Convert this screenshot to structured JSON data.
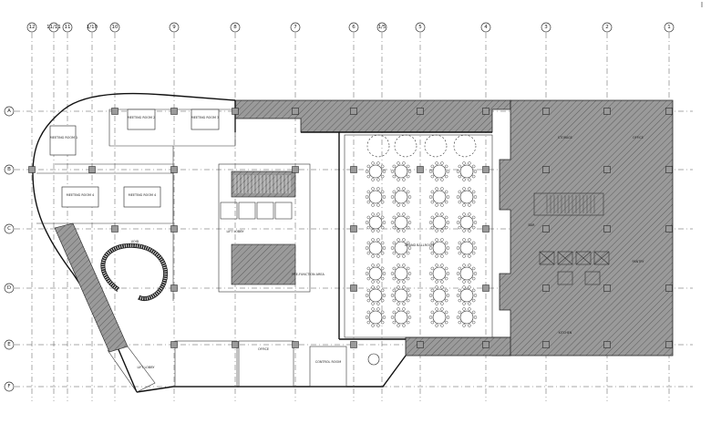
{
  "grid": {
    "columns": [
      "12",
      "11/11",
      "11",
      "1/10",
      "10",
      "9",
      "8",
      "7",
      "6",
      "1/5",
      "5",
      "4",
      "3",
      "2",
      "1"
    ],
    "rows": [
      "A",
      "B",
      "C",
      "D",
      "E",
      "F"
    ]
  },
  "rooms": {
    "meeting_room_1": "MEETING ROOM 1",
    "meeting_room_2": "MEETING ROOM 2",
    "meeting_room_3": "MEETING ROOM 3",
    "meeting_room_4": "MEETING ROOM 4",
    "lift_lobby_upper": "LIFT LOBBY",
    "pre_function": "PRE-FUNCTION AREA",
    "grand_ballroom": "GRAND BALLROOM",
    "lift_lobby_lower": "LIFT LOBBY",
    "storage": "STORAGE",
    "office": "OFFICE",
    "pantry": "PANTRY",
    "bar": "BAR",
    "kitchen": "KITCHEN",
    "control_room": "CONTROL ROOM",
    "void": "VOID"
  },
  "colors": {
    "line": "#222222",
    "hatch_fill": "#9a9a9a",
    "background": "#ffffff"
  }
}
